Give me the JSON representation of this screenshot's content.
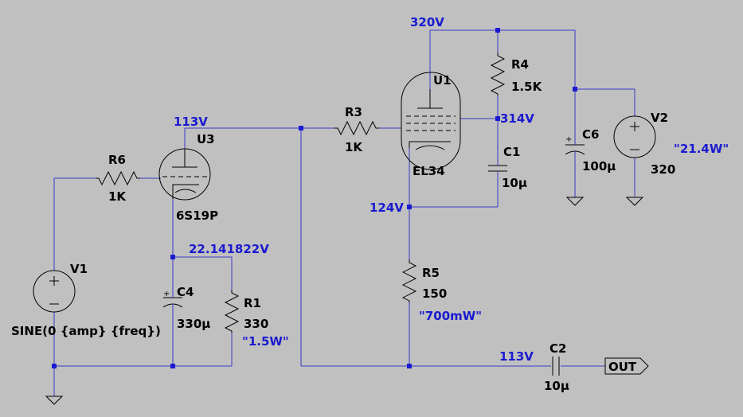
{
  "components": {
    "V1": {
      "name": "V1",
      "value": "SINE(0 {amp} {freq})"
    },
    "R6": {
      "name": "R6",
      "value": "1K"
    },
    "U3": {
      "name": "U3",
      "value": "6S19P"
    },
    "C4": {
      "name": "C4",
      "value": "330µ"
    },
    "R1": {
      "name": "R1",
      "value": "330",
      "power": "\"1.5W\""
    },
    "R3": {
      "name": "R3",
      "value": "1K"
    },
    "U1": {
      "name": "U1",
      "value": "EL34"
    },
    "R4": {
      "name": "R4",
      "value": "1.5K"
    },
    "C1": {
      "name": "C1",
      "value": "10µ"
    },
    "R5": {
      "name": "R5",
      "value": "150",
      "power": "\"700mW\""
    },
    "C6": {
      "name": "C6",
      "value": "100µ"
    },
    "V2": {
      "name": "V2",
      "value": "320",
      "power": "\"21.4W\""
    },
    "C2": {
      "name": "C2",
      "value": "10µ"
    }
  },
  "node_voltages": {
    "supply": "320V",
    "u3_plate": "113V",
    "u3_cathode": "22.141822V",
    "u1_screen": "314V",
    "u1_cathode": "124V",
    "output": "113V"
  },
  "port": {
    "label": "OUT"
  }
}
